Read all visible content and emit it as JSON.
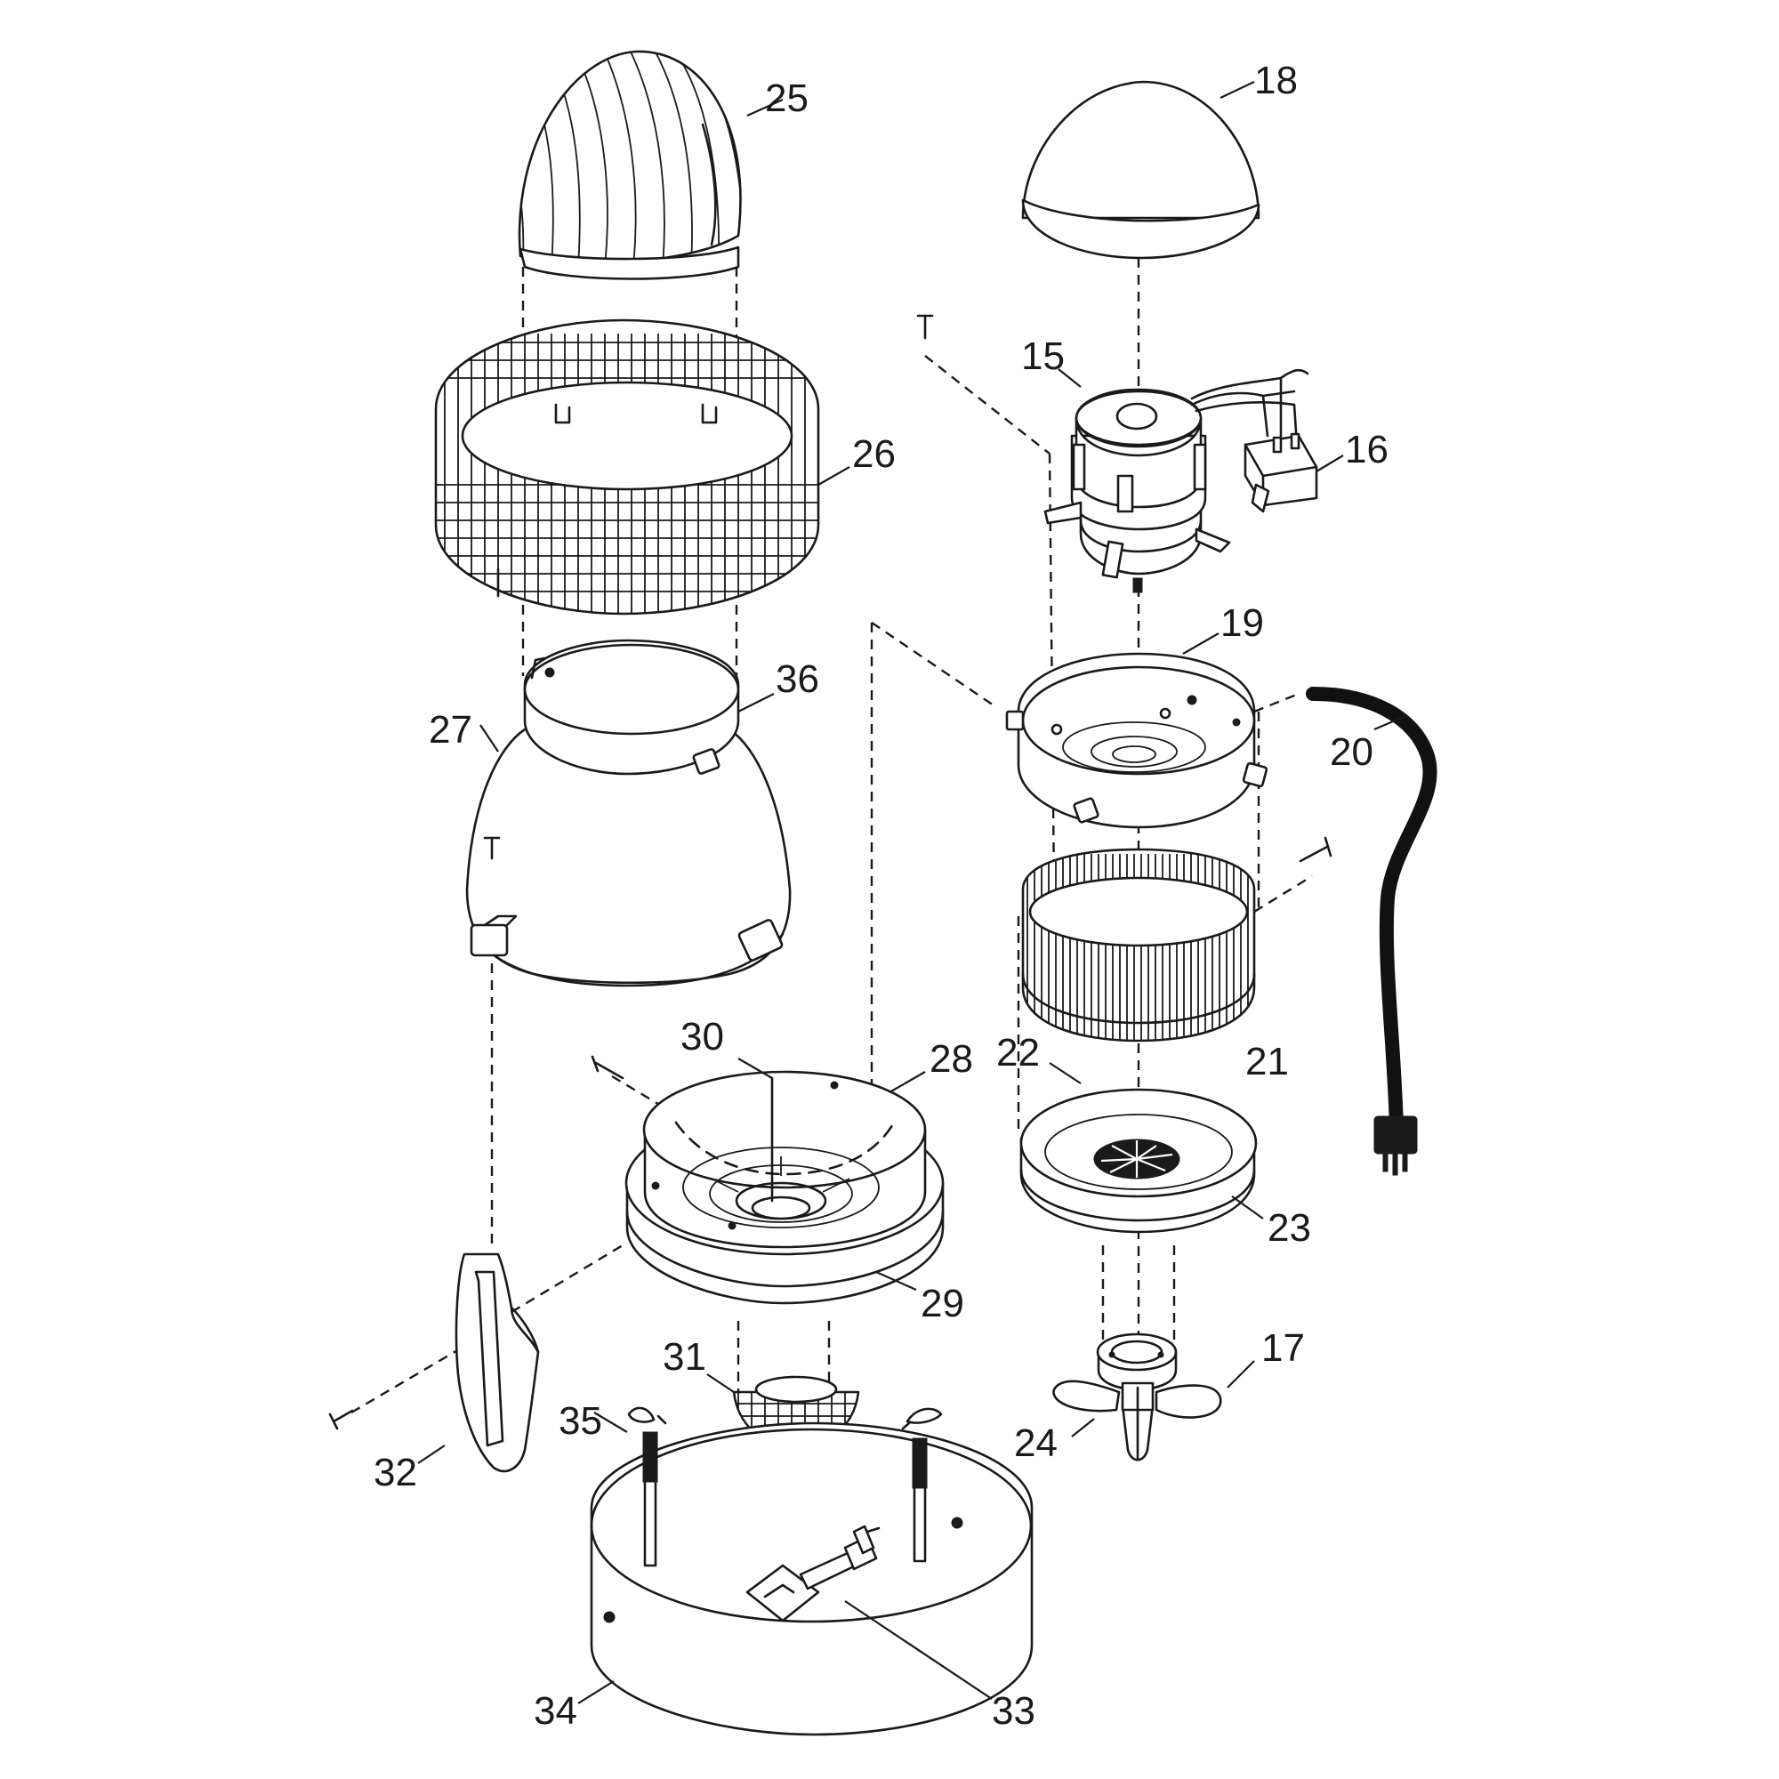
{
  "callouts": {
    "c15": "15",
    "c16": "16",
    "c17": "17",
    "c18": "18",
    "c19": "19",
    "c20": "20",
    "c21": "21",
    "c22": "22",
    "c23": "23",
    "c24": "24",
    "c25": "25",
    "c26": "26",
    "c27": "27",
    "c28": "28",
    "c29": "29",
    "c30": "30",
    "c31": "31",
    "c32": "32",
    "c33": "33",
    "c34": "34",
    "c35": "35",
    "c36": "36"
  }
}
